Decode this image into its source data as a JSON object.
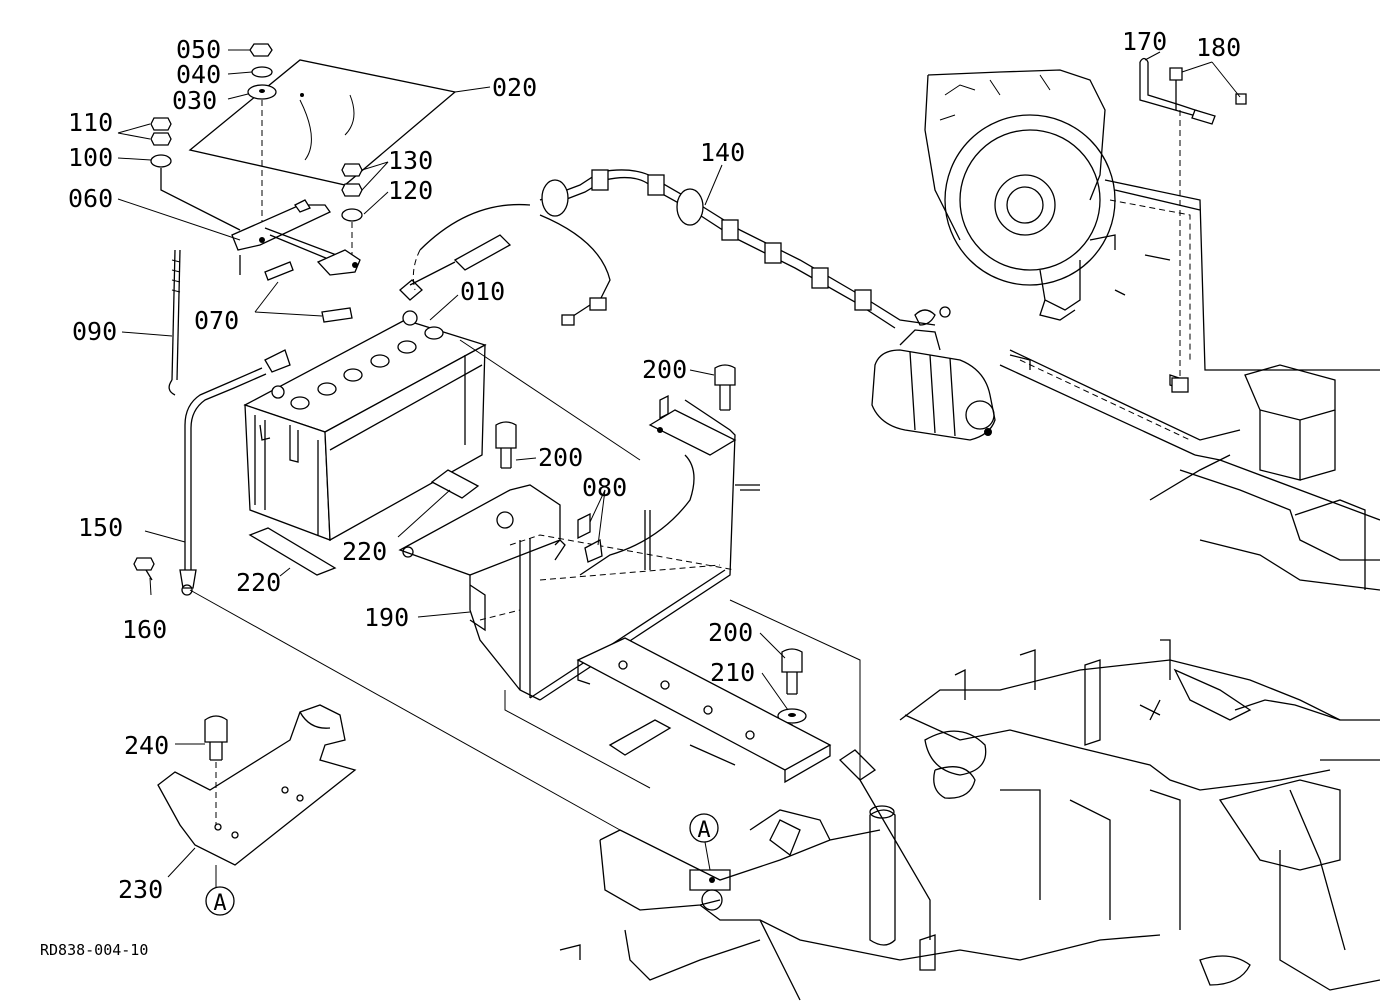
{
  "diagram_code": "RD838-004-10",
  "callouts": {
    "p010": "010",
    "p020": "020",
    "p030": "030",
    "p040": "040",
    "p050": "050",
    "p060": "060",
    "p070": "070",
    "p080": "080",
    "p090": "090",
    "p100": "100",
    "p110": "110",
    "p120": "120",
    "p130": "130",
    "p140": "140",
    "p150": "150",
    "p160": "160",
    "p170": "170",
    "p180": "180",
    "p190": "190",
    "p200a": "200",
    "p200b": "200",
    "p200c": "200",
    "p210": "210",
    "p220a": "220",
    "p220b": "220",
    "p230": "230",
    "p240": "240"
  },
  "ref_marks": {
    "a_top": "A",
    "a_bottom": "A"
  }
}
